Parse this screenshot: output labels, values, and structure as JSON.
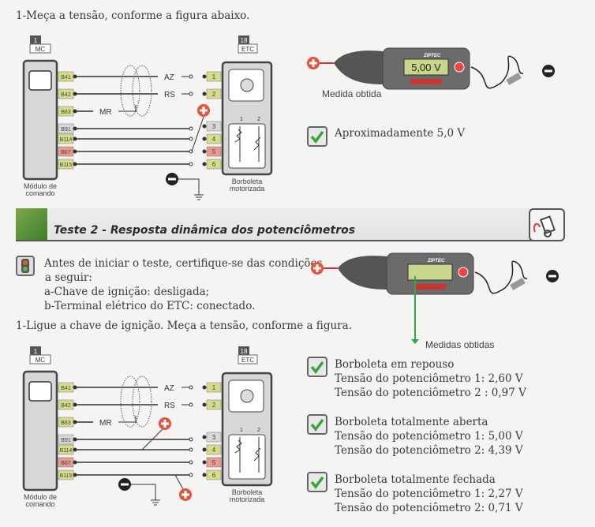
{
  "step1": "1-Meça a tensão, conforme a figura abaixo.",
  "diagram": {
    "mc_number": "1",
    "mc_label": "MC",
    "etc_number": "18",
    "etc_label": "ETC",
    "mc_pins": [
      "B41",
      "B42",
      "B63",
      "B91",
      "B114",
      "B87",
      "B115"
    ],
    "etc_pins": [
      "1",
      "2",
      "3",
      "4",
      "5",
      "6"
    ],
    "wire_labels": [
      "AZ",
      "RS",
      "MR"
    ],
    "pot_labels": [
      "1",
      "2"
    ],
    "mc_caption": [
      "Módulo de",
      "comando"
    ],
    "etc_caption": [
      "Borboleta",
      "motorizada"
    ]
  },
  "meter1": {
    "brand": "ZIPTEC",
    "reading": "5,00 V",
    "caption": "Medida obtida"
  },
  "result1": "Aproximadamente 5,0 V",
  "test2": {
    "title": "Teste 2 - Resposta dinâmica dos potenciômetros",
    "conditions": [
      "Antes de iniciar o teste, certifique-se das condições",
      "a seguir:",
      "a-Chave de ignição: desligada;",
      "b-Terminal elétrico do ETC: conectado."
    ],
    "step1": "1-Ligue a chave de ignição. Meça a tensão, conforme a figura.",
    "meter_brand": "ZIPTEC",
    "measures_caption": "Medidas obtidas",
    "results": [
      {
        "title": "Borboleta em repouso",
        "lines": [
          "Tensão do potenciômetro 1: 2,60 V",
          "Tensão do potenciômetro 2 : 0,97 V"
        ]
      },
      {
        "title": "Borboleta totalmente aberta",
        "lines": [
          "Tensão do potenciômetro 1: 5,00 V",
          "Tensão do potenciômetro 2: 4,39 V"
        ]
      },
      {
        "title": "Borboleta totalmente fechada",
        "lines": [
          "Tensão do potenciômetro 1: 2,27 V",
          "Tensão do potenciômetro 2: 0,71 V"
        ]
      }
    ]
  },
  "colors": {
    "pin_green": "#d6dc8c",
    "pin_red": "#e89a90",
    "pin_grey": "#d8d8d8",
    "plus": "#e5533c",
    "check": "#3aa43a",
    "banner_green": "#5a9a3a"
  }
}
